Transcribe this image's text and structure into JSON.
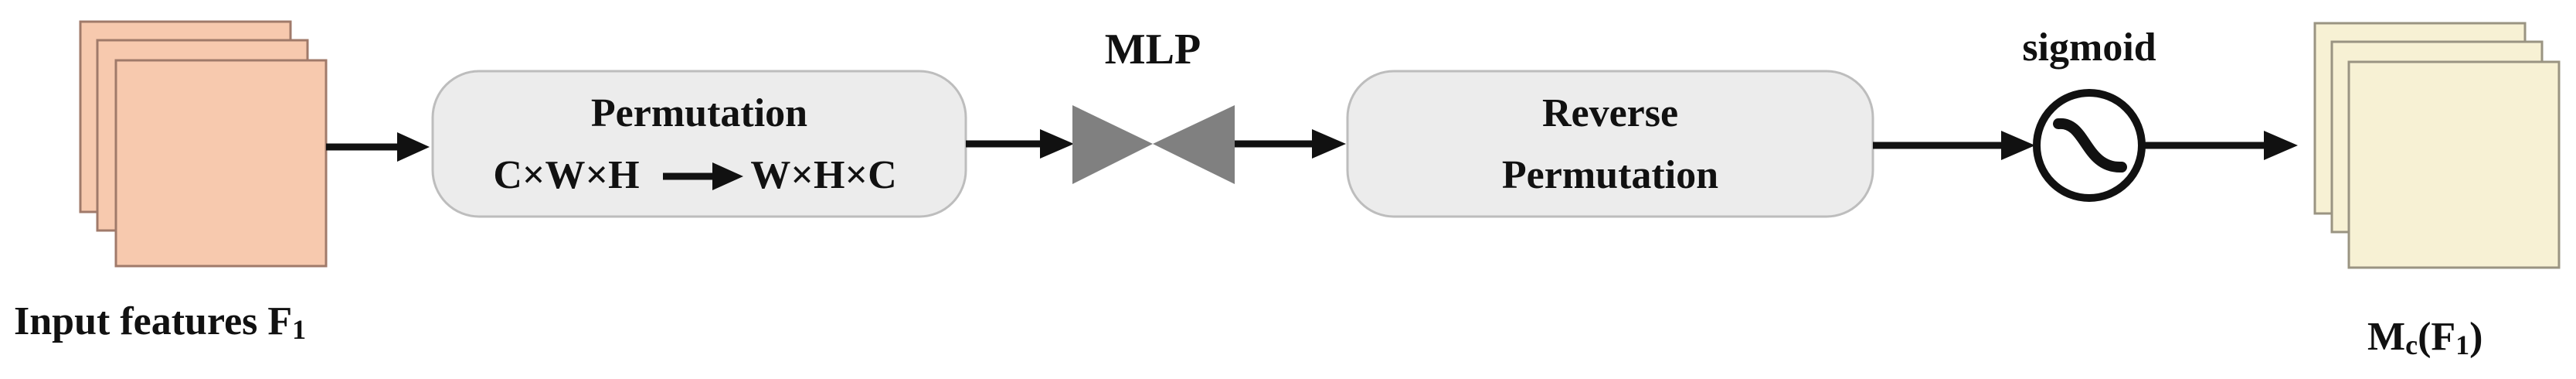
{
  "diagram": {
    "input_label": {
      "main": "Input features F",
      "sub": "1"
    },
    "permutation": {
      "title": "Permutation",
      "formula_left": "C×W×H",
      "formula_right": "W×H×C"
    },
    "mlp_label": "MLP",
    "reverse": {
      "line1": "Reverse",
      "line2": "Permutation"
    },
    "sigmoid_label": "sigmoid",
    "output_label": {
      "prefix": "M",
      "sub_c": "c",
      "open": "(F",
      "sub_1": "1",
      "close": ")"
    }
  },
  "colors": {
    "input_fill": "#f7c9ae",
    "input_stroke": "#a07a6a",
    "output_fill": "#f7f1d4",
    "output_stroke": "#9a9482",
    "box_fill": "#ececec",
    "box_stroke": "#bdbdbd",
    "mlp_fill": "#808080",
    "arrow": "#111111"
  },
  "icons": [
    "arrow-right-icon",
    "sigmoid-icon",
    "bowtie-icon",
    "stacked-feature-maps-icon"
  ]
}
